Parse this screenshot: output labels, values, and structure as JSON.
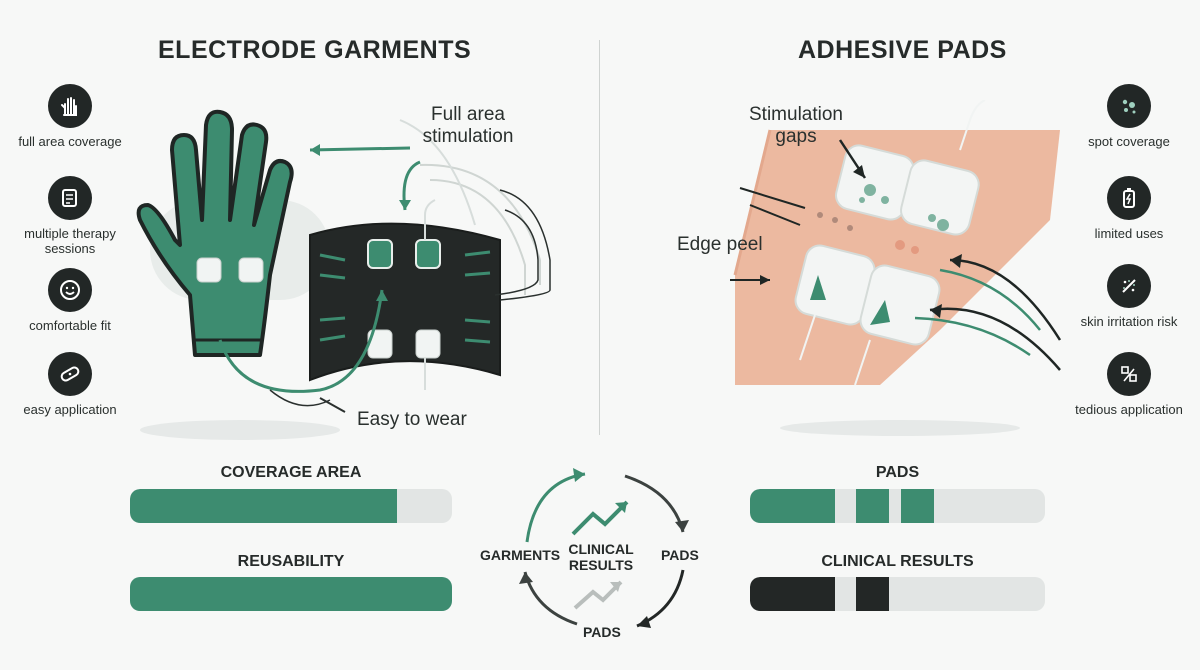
{
  "left": {
    "title": "ELECTRODE GARMENTS",
    "features": [
      {
        "label": "full area coverage",
        "icon": "hand-icon"
      },
      {
        "label": "multiple therapy sessions",
        "icon": "document-icon"
      },
      {
        "label": "comfortable fit",
        "icon": "smile-icon"
      },
      {
        "label": "easy application",
        "icon": "bandage-icon"
      }
    ],
    "callouts": {
      "full_area": "Full area stimulation",
      "easy_wear": "Easy to wear"
    }
  },
  "right": {
    "title": "ADHESIVE PADS",
    "features": [
      {
        "label": "spot coverage",
        "icon": "dots-icon"
      },
      {
        "label": "limited uses",
        "icon": "battery-icon"
      },
      {
        "label": "skin irritation risk",
        "icon": "irritation-icon"
      },
      {
        "label": "tedious application",
        "icon": "cross-arrows-icon"
      }
    ],
    "callouts": {
      "gaps": "Stimulation gaps",
      "edge_peel": "Edge peel"
    }
  },
  "bars": {
    "coverage": {
      "label": "COVERAGE AREA",
      "fill": 0.83
    },
    "reusability": {
      "label": "REUSABILITY",
      "fill": 1.0
    },
    "pads": {
      "label": "PADS"
    },
    "clinical": {
      "label": "CLINICAL RESULTS"
    }
  },
  "cycle": {
    "garments": "GARMENTS",
    "clinical": "CLINICAL RESULTS",
    "pads_right": "PADS",
    "pads_bottom": "PADS"
  },
  "colors": {
    "accent_green": "#3d8c70",
    "dark": "#232726",
    "skin": "#ecb9a0",
    "track": "#e2e5e4"
  }
}
